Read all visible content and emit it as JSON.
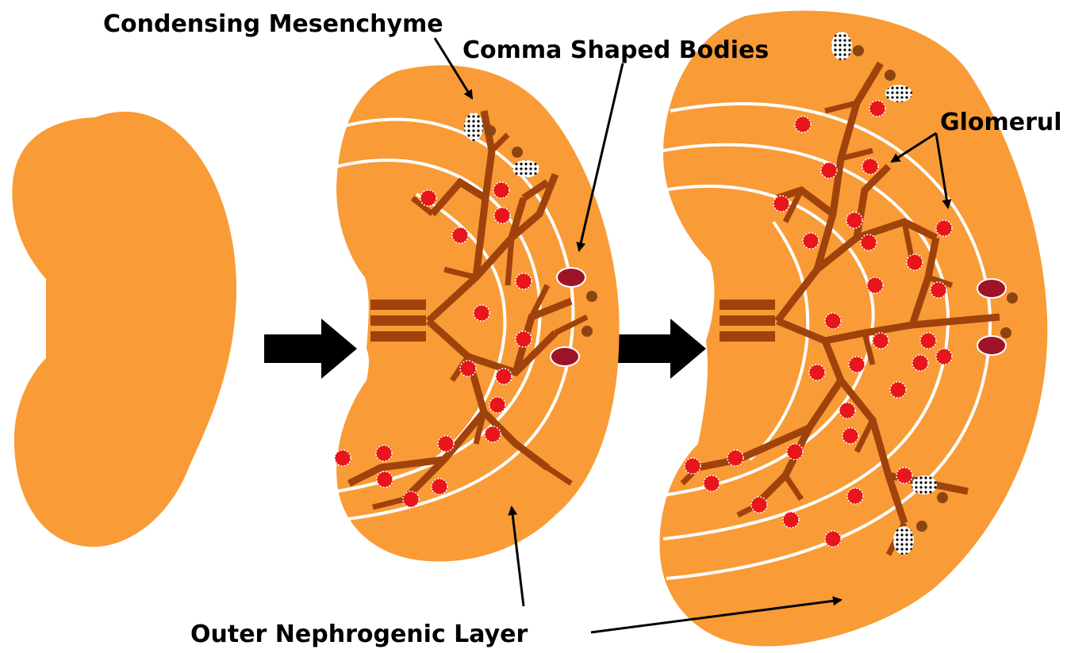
{
  "colors": {
    "tissue": "#F99B36",
    "ureteric_bud": "#A0420C",
    "glomerulus": "#E8151B",
    "comma_body": "#9E1328",
    "zone_line": "#FFFFFF",
    "arrow": "#000000",
    "mesenchyme_tip": "#8B4513"
  },
  "labels": {
    "condensing_mesenchyme": "Condensing Mesenchyme",
    "comma_shaped_bodies": "Comma Shaped Bodies",
    "glomerul": "Glomerul",
    "outer_nephrogenic_layer": "Outer Nephrogenic Layer"
  },
  "stages": [
    {
      "id": "stage-1",
      "description_icon": "kidney-primordium-icon"
    },
    {
      "id": "stage-2",
      "description_icon": "kidney-early-branching-icon"
    },
    {
      "id": "stage-3",
      "description_icon": "kidney-late-branching-icon"
    }
  ],
  "progression_arrows": [
    "stage-arrow-1",
    "stage-arrow-2"
  ]
}
